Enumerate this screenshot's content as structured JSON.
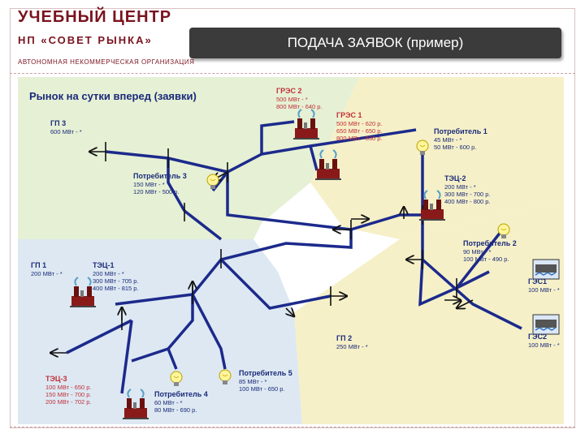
{
  "header": {
    "brand_line1": "УЧЕБНЫЙ ЦЕНТР",
    "brand_line2": "НП «СОВЕТ РЫНКА»",
    "brand_line3": "АВТОНОМНАЯ НЕКОММЕРЧЕСКАЯ ОРГАНИЗАЦИЯ",
    "title": "ПОДАЧА ЗАЯВОК (пример)"
  },
  "diagram": {
    "heading": "Рынок на сутки вперед (заявки)",
    "nodes": {
      "grez2": {
        "name": "ГРЭС 2",
        "lines": [
          "500 МВт - *",
          "800 МВт - 640 р."
        ]
      },
      "grez1": {
        "name": "ГРЭС 1",
        "lines": [
          "500 МВт - 620 р.",
          "650 МВт - 650 р.",
          "800 МВт - 630 р."
        ]
      },
      "gp3": {
        "name": "ГП 3",
        "lines": [
          "600 МВт - *"
        ]
      },
      "consumer1": {
        "name": "Потребитель 1",
        "lines": [
          "45 МВт - *",
          "50 МВт - 600 р."
        ]
      },
      "consumer3": {
        "name": "Потребитель 3",
        "lines": [
          "150 МВт - *",
          "120 МВт - 500 р."
        ]
      },
      "tec2": {
        "name": "ТЭЦ-2",
        "lines": [
          "200 МВт - *",
          "300 МВт - 700 р.",
          "400 МВт - 800 р."
        ]
      },
      "consumer2": {
        "name": "Потребитель 2",
        "lines": [
          "90 МВт - *",
          "100 МВт - 490 р."
        ]
      },
      "gp1": {
        "name": "ГП 1",
        "lines": [
          "200 МВт - *"
        ]
      },
      "tec1": {
        "name": "ТЭЦ-1",
        "lines": [
          "200 МВт - *",
          "300 МВт - 705 р.",
          "400 МВт - 815 р."
        ]
      },
      "ges1": {
        "name": "ГЭС1",
        "lines": [
          "100 МВт - *"
        ]
      },
      "ges2": {
        "name": "ГЭС2",
        "lines": [
          "100 МВт - *"
        ]
      },
      "gp2": {
        "name": "ГП 2",
        "lines": [
          "250 МВт - *"
        ]
      },
      "tec3": {
        "name": "ТЭЦ-3",
        "lines": [
          "100 МВт - 650 р.",
          "150 МВт - 700 р.",
          "200 МВт - 702 р."
        ]
      },
      "consumer5": {
        "name": "Потребитель 5",
        "lines": [
          "85 МВт - *",
          "100 МВт - 650 р."
        ]
      },
      "consumer4": {
        "name": "Потребитель 4",
        "lines": [
          "60 МВт - *",
          "80 МВт - 690 р."
        ]
      }
    }
  },
  "colors": {
    "line": "#1c2a8c",
    "region_green": "#e6f0d4",
    "region_blue": "#dde8f2",
    "region_yellow": "#f5f0c8",
    "text_red": "#c0303a",
    "text_blue": "#1a2a7a",
    "brand": "#7a1420"
  },
  "icons": [
    "power-plant-icon",
    "lightbulb-icon",
    "hydro-plant-icon",
    "arrow-icon"
  ]
}
